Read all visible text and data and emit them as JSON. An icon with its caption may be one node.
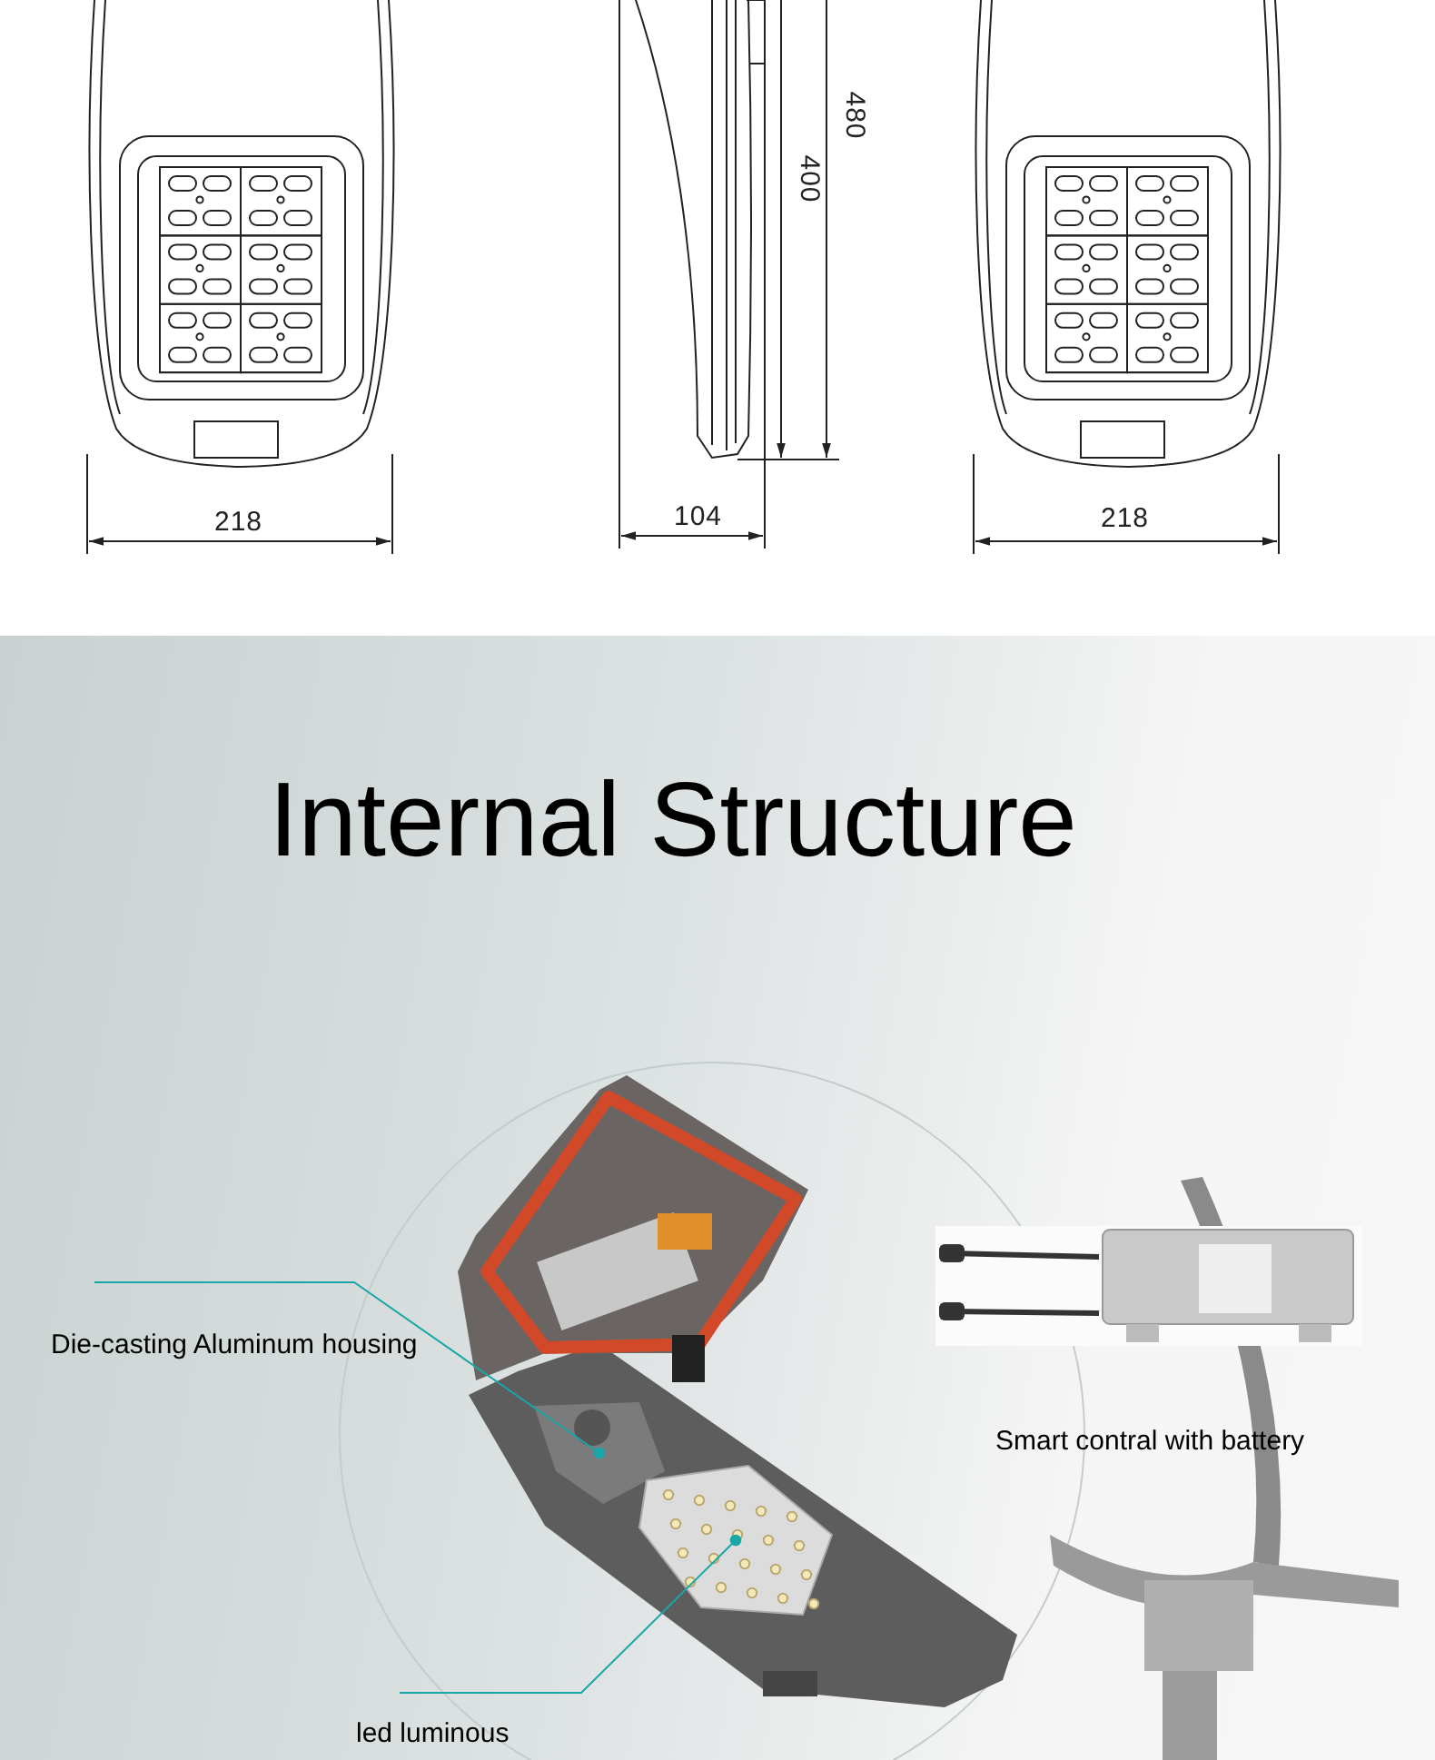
{
  "diagram": {
    "title": "Internal Structure",
    "nodes": [
      {
        "text": [
          "Die-casting Aluminum housing"
        ]
      },
      {
        "text": [],
        "shape": "picture"
      },
      {
        "text": [
          "led luminous"
        ]
      },
      {
        "text": [],
        "shape": "picture"
      },
      {
        "text": [],
        "shape": "picture",
        "beside": [
          "Smart contral with battery"
        ]
      }
    ],
    "edges": [
      {
        "from": 0,
        "to": 1,
        "arrow": "other",
        "color": "#1aa6a6"
      },
      {
        "from": 2,
        "to": 3,
        "arrow": "other",
        "color": "#1aa6a6"
      }
    ],
    "labels": [
      "218",
      "104",
      "400",
      "480",
      "218"
    ]
  }
}
